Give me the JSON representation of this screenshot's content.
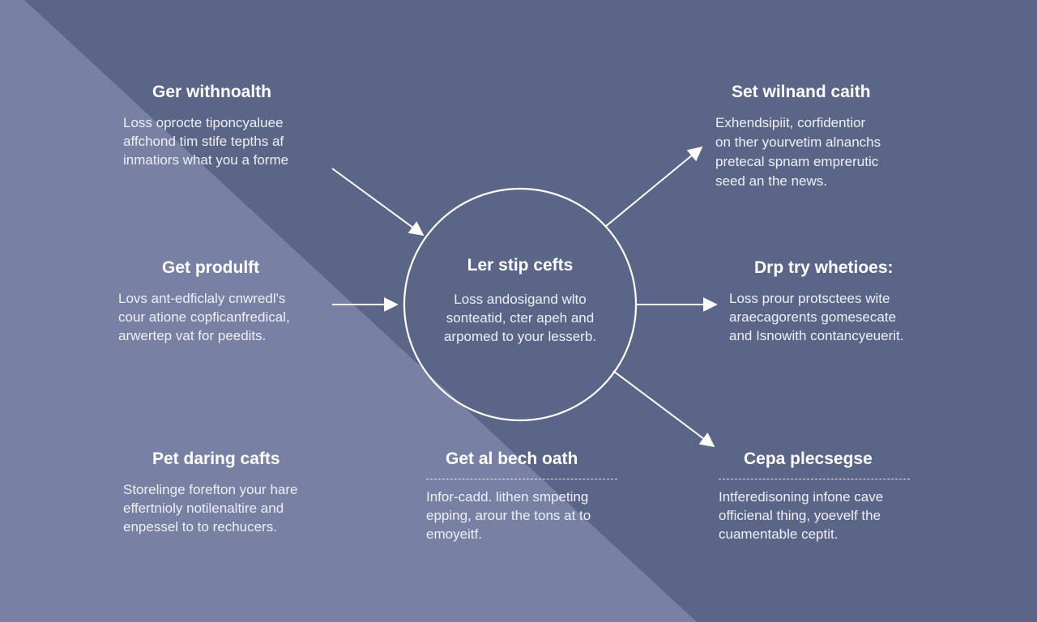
{
  "colors": {
    "background_dark": "#5b6587",
    "background_light": "#7880a4",
    "line": "#ffffff",
    "text": "#f2f3f8"
  },
  "center": {
    "title": "Ler stip cefts",
    "lines": [
      "Loss andosigand wlto",
      "sonteatid, cter apeh and",
      "arpomed to your lesserb."
    ]
  },
  "nodes": {
    "top_left": {
      "title": "Ger withnoalth",
      "lines": [
        "Loss oprocte tiponcyaluee",
        "affchond tim stife tepths af",
        "inmatiors what you a forme"
      ]
    },
    "mid_left": {
      "title": "Get produlft",
      "lines": [
        "Lovs ant-edficlaly cnwredl's",
        "cour atione copficanfredical,",
        "arwertep vat for peedits."
      ]
    },
    "bottom_left": {
      "title": "Pet daring cafts",
      "lines": [
        "Storelinge forefton your hare",
        "effertnioly notilenaltire and",
        "enpessel to to rechucers."
      ]
    },
    "bottom_center": {
      "title": "Get al bech oath",
      "lines": [
        "Infor-cadd. lithen smpeting",
        "epping, arour the tons at to",
        "emoyeitf."
      ]
    },
    "top_right": {
      "title": "Set wilnand caith",
      "lines": [
        "Exhendsipiit, corfidentior",
        "on ther yourvetim alnanchs",
        "pretecal spnam emprerutic",
        "seed an the news."
      ]
    },
    "mid_right": {
      "title": "Drp try whetioes:",
      "lines": [
        "Loss prour protsctees wite",
        "araecagorents gomesecate",
        "and Isnowith contancyeuerit."
      ]
    },
    "bottom_right": {
      "title": "Cepa plecsegse",
      "lines": [
        "Intferedisoning infone cave",
        "officienal thing, yoevelf the",
        "cuamentable ceptit."
      ]
    }
  }
}
